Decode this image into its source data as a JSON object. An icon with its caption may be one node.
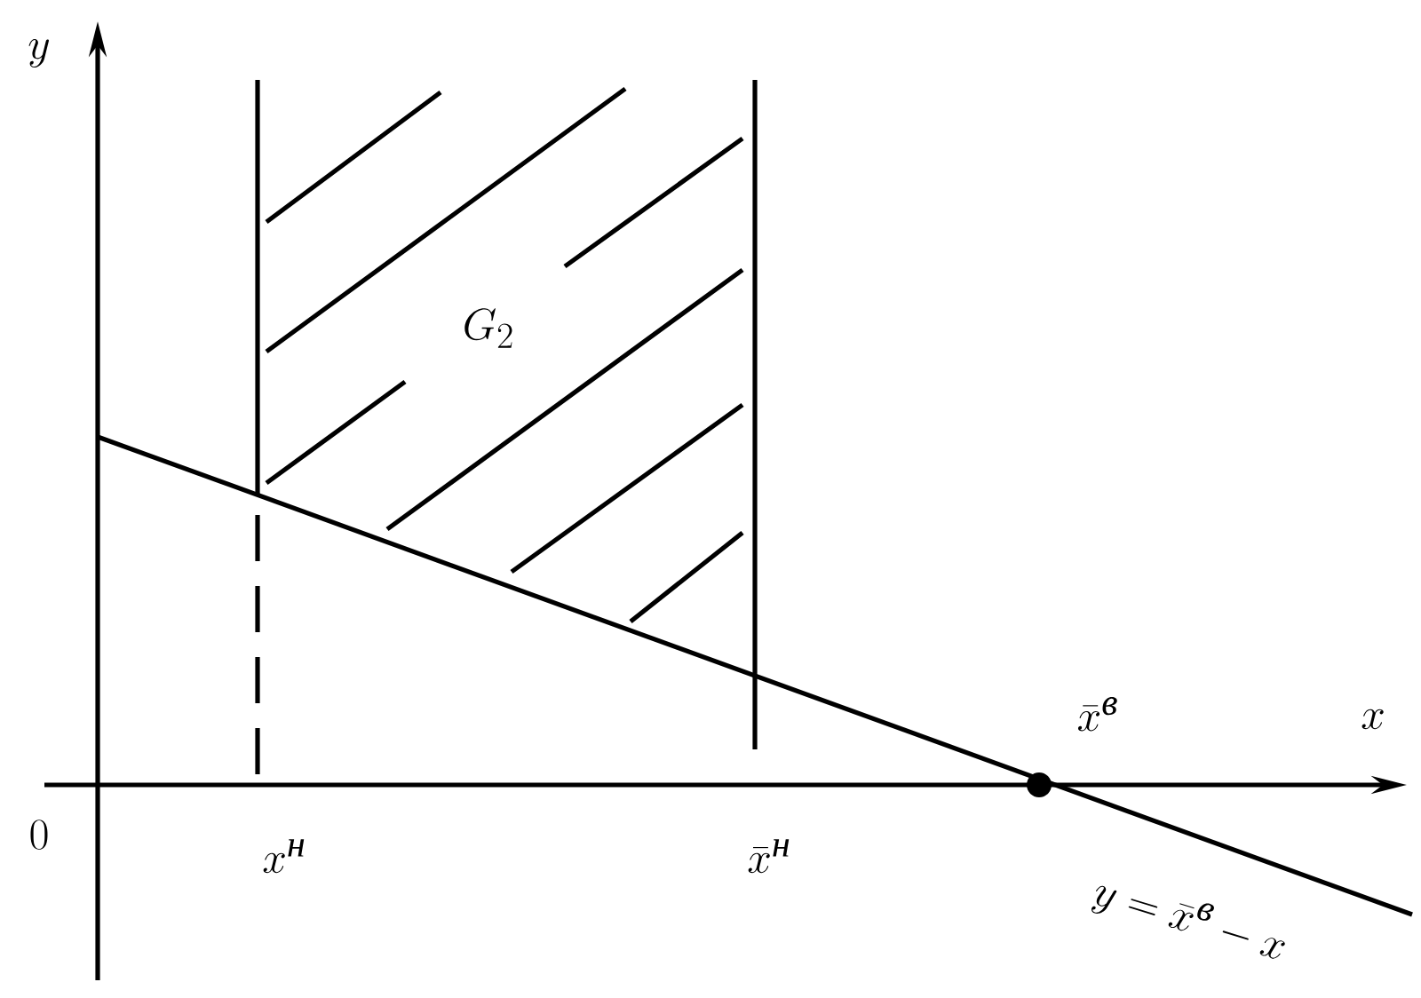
{
  "diagram": {
    "labels": [
      "y",
      "G_2",
      "\\bar{x}^{\\textit{в}}",
      "x",
      "0",
      "x^{\\textit{н}}",
      "\\bar{x}^{\\textit{н}}",
      "y=\\bar{x}^{\\textit{в}}-x"
    ]
  }
}
